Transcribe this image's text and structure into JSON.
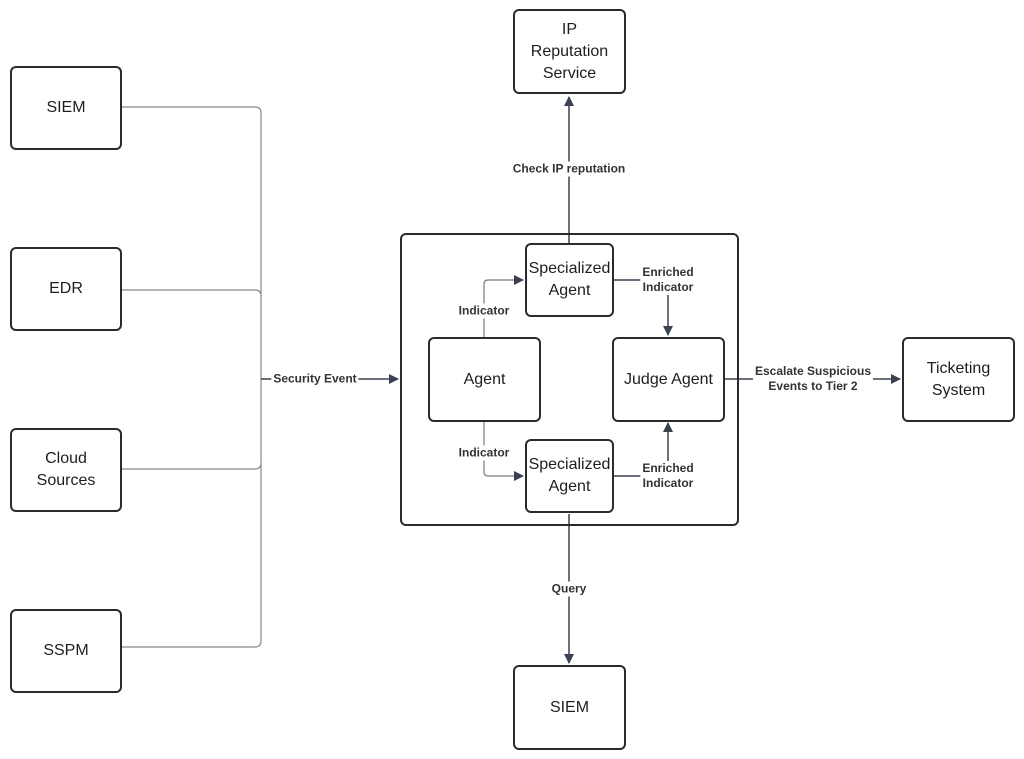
{
  "colors": {
    "stroke": "#2b2b2b",
    "connector": "#888888",
    "arrow": "#3a4150"
  },
  "sources": [
    {
      "id": "siem-source",
      "label": "SIEM"
    },
    {
      "id": "edr-source",
      "label": "EDR"
    },
    {
      "id": "cloud-sources",
      "label": "Cloud\nSources"
    },
    {
      "id": "sspm-source",
      "label": "SSPM"
    }
  ],
  "nodes": {
    "ip_reputation": "IP\nReputation\nService",
    "agent": "Agent",
    "specialized_top": "Specialized\nAgent",
    "specialized_bottom": "Specialized\nAgent",
    "judge": "Judge Agent",
    "ticketing": "Ticketing\nSystem",
    "siem_query": "SIEM"
  },
  "edge_labels": {
    "security_event": "Security Event",
    "check_ip": "Check IP reputation",
    "indicator_top": "Indicator",
    "indicator_bottom": "Indicator",
    "enriched_top": "Enriched\nIndicator",
    "enriched_bottom": "Enriched\nIndicator",
    "escalate": "Escalate Suspicious\nEvents to Tier 2",
    "query": "Query"
  }
}
